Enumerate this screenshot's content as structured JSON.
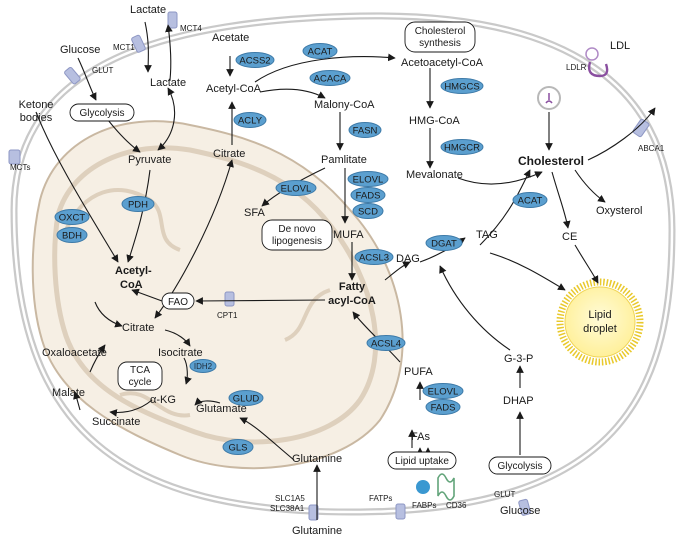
{
  "labels": {
    "lactate_top": "Lactate",
    "mct4": "MCT4",
    "mct1": "MCT1",
    "lactate": "Lactate",
    "glucose_top": "Glucose",
    "glut_top": "GLUT",
    "ketone_l1": "Ketone",
    "ketone_l2": "bodies",
    "mcts": "MCTs",
    "pyruvate": "Pyruvate",
    "acetate": "Acetate",
    "acetyl_coa_cyto": "Acetyl-CoA",
    "citrate_cyto": "Citrate",
    "malonyl_coa": "Malony-CoA",
    "acetoacetyl_coa": "Acetoacetyl-CoA",
    "hmg_coa": "HMG-CoA",
    "mevalonate": "Mevalonate",
    "ldl": "LDL",
    "ldlr": "LDLR",
    "abca1": "ABCA1",
    "cholesterol": "Cholesterol",
    "oxysterol": "Oxysterol",
    "ce": "CE",
    "tag": "TAG",
    "dag": "DAG",
    "pamlitate": "Pamlitate",
    "sfa": "SFA",
    "mufa": "MUFA",
    "fatty_acyl_l1": "Fatty",
    "fatty_acyl_l2": "acyl-CoA",
    "acetyl_coa_mito_l1": "Acetyl-",
    "acetyl_coa_mito_l2": "CoA",
    "cpt1": "CPT1",
    "citrate_mito": "Citrate",
    "isocitrate": "Isocitrate",
    "oxaloacetate": "Oxaloacetate",
    "malate": "Malate",
    "succinate": "Succinate",
    "akg": "α-KG",
    "glutamate": "Glutamate",
    "glutamine_mid": "Glutamine",
    "glutamine_bottom": "Glutamine",
    "slc1a5": "SLC1A5",
    "slc38a1": "SLC38A1",
    "fatps": "FATPs",
    "fabps": "FABPs",
    "cd36": "CD36",
    "pufa": "PUFA",
    "fas": "FAs",
    "g3p": "G-3-P",
    "dhap": "DHAP",
    "glut_bottom": "GLUT",
    "glucose_bottom": "Glucose",
    "lipid_droplet_l1": "Lipid",
    "lipid_droplet_l2": "droplet"
  },
  "boxes": {
    "glycolysis_top": "Glycolysis",
    "cholesterol_l1": "Cholesterol",
    "cholesterol_l2": "synthesis",
    "de_novo_l1": "De novo",
    "de_novo_l2": "lipogenesis",
    "fao": "FAO",
    "tca_l1": "TCA",
    "tca_l2": "cycle",
    "lipid_uptake": "Lipid uptake",
    "glycolysis_bottom": "Glycolysis"
  },
  "enzymes": {
    "acss2": "ACSS2",
    "acat_top": "ACAT",
    "acaca": "ACACA",
    "acly": "ACLY",
    "fasn": "FASN",
    "hmgcs": "HMGCS",
    "hmgcr": "HMGCR",
    "acat_right": "ACAT",
    "elovl_left": "ELOVL",
    "elovl": "ELOVL",
    "fads": "FADS",
    "scd": "SCD",
    "acsl3": "ACSL3",
    "dgat": "DGAT",
    "oxct": "OXCT",
    "bdh": "BDH",
    "pdh": "PDH",
    "idh2": "IDH2",
    "glud": "GLUD",
    "gls": "GLS",
    "acsl4": "ACSL4",
    "elovl_bottom": "ELOVL",
    "fads_bottom": "FADS"
  },
  "colors": {
    "cell_membrane": "#c9c9c9",
    "mito_fill": "#f6efe4",
    "mito_inner": "#ded0bd",
    "enzyme_badge": "#5b9fcf",
    "enzyme_outline": "#3d7aa8",
    "transporter": "#b7bfe0",
    "droplet_core": "#fff6a8",
    "droplet_rim": "#e9c92c",
    "ldl_receptor": "#8a4fa0",
    "fabp": "#3a98d1",
    "cd36": "#62a47a"
  }
}
